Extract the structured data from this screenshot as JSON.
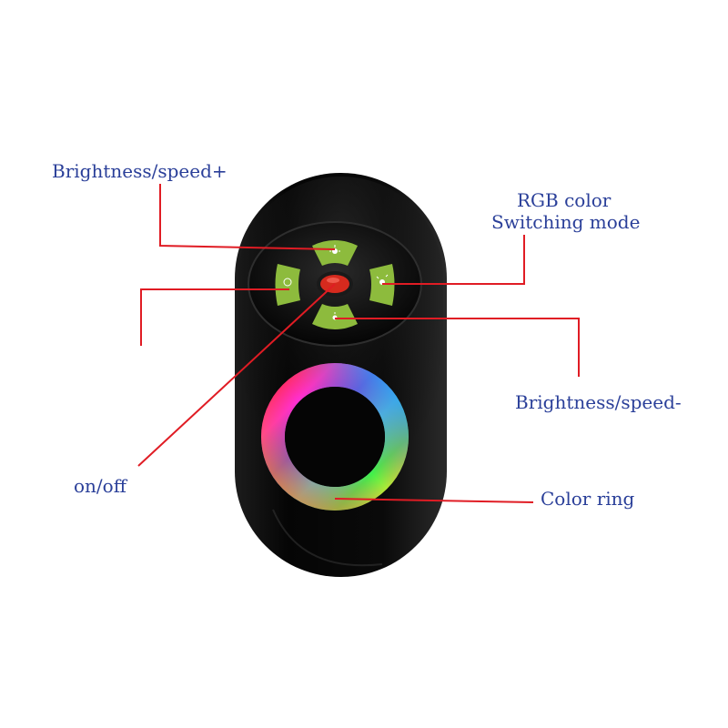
{
  "labels": {
    "brightness_speed_plus": "Brightness/speed+",
    "rgb_mode_line1": "RGB color",
    "rgb_mode_line2": "Switching mode",
    "brightness_speed_minus": "Brightness/speed-",
    "on_off": "on/off",
    "color_ring": "Color ring"
  },
  "colors": {
    "label_text": "#2a3f99",
    "leader_line": "#e01c24",
    "remote_body": "#0b0b0b",
    "button_green": "#8dbb3d",
    "center_button": "#d62a1e"
  },
  "icons": {
    "up": "sun-plus-icon",
    "down": "sun-minus-icon",
    "left": "power-icon",
    "right": "mode-icon"
  }
}
